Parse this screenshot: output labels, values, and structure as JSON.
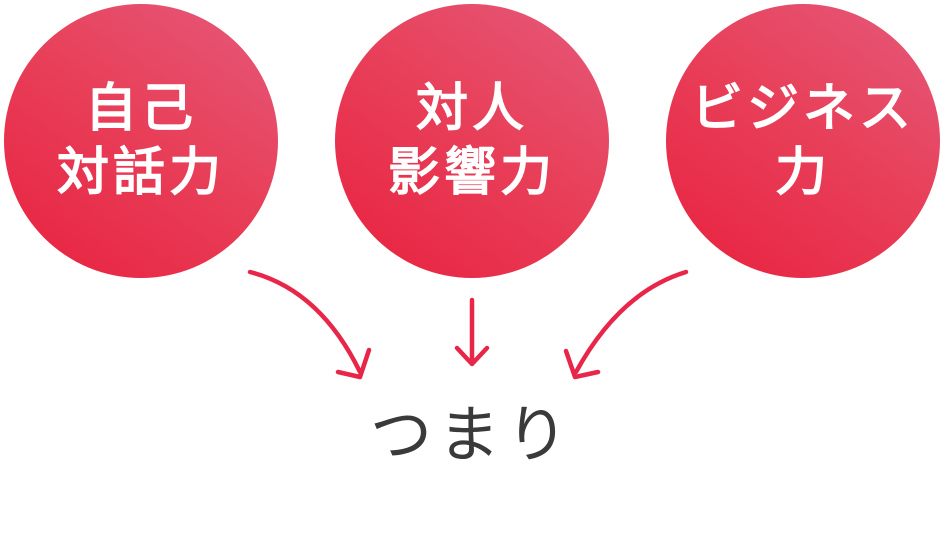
{
  "circles": [
    {
      "line1": "自己",
      "line2": "対話力"
    },
    {
      "line1": "対人",
      "line2": "影響力"
    },
    {
      "line1": "ビジネス",
      "line2": "力"
    }
  ],
  "conclusion": "つまり",
  "colors": {
    "circle_start": "#e8213f",
    "circle_end": "#e45a7a",
    "arrow": "#e8264a",
    "text_dark": "#3a3a3a"
  }
}
